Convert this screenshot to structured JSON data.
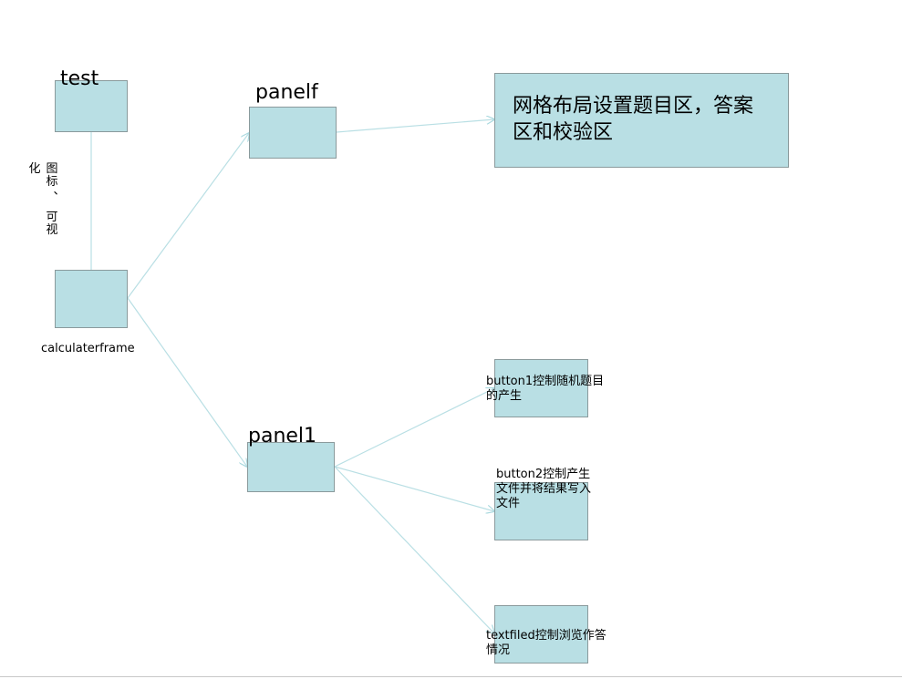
{
  "nodes": {
    "test": "test",
    "calculaterframe": "calculaterframe",
    "panelf": "panelf",
    "panel1": "panel1",
    "grid_text": "网格布局设置题目区，答案区和校验区",
    "button1_text": "button1控制随机题目的产生",
    "button2_text": "button2控制产生文件并将结果写入文件",
    "textfiled_text": "textfiled控制浏览作答情况"
  },
  "vertical_label": {
    "col_left": [
      "化"
    ],
    "col_right": [
      "图",
      "标",
      "、",
      "",
      "可",
      "视"
    ]
  },
  "colors": {
    "box_fill": "#b9dfe4",
    "box_border": "#8a9a9c",
    "link": "#b9dfe4"
  }
}
